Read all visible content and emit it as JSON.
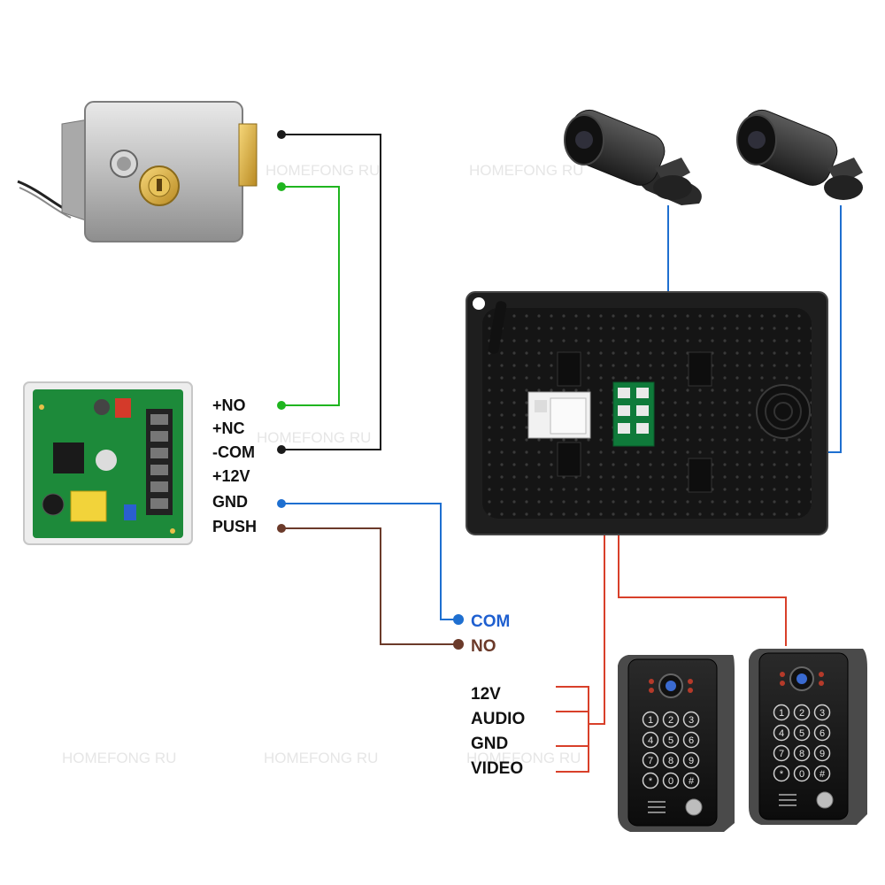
{
  "watermark": "HOMEFONG RU",
  "controller_terminals": [
    "+NO",
    "+NC",
    "-COM",
    "+12V",
    "GND",
    "PUSH"
  ],
  "exit_button_terminals": [
    "COM",
    "NO"
  ],
  "door_station_wires": [
    "12V",
    "AUDIO",
    "GND",
    "VIDEO"
  ],
  "keypad_keys": [
    "1",
    "2",
    "3",
    "4",
    "5",
    "6",
    "7",
    "8",
    "9",
    "*",
    "0",
    "#"
  ],
  "colors": {
    "wire_black": "#1a1a1a",
    "wire_green": "#1fb51f",
    "wire_blue": "#1e6fd0",
    "wire_brown": "#6b3a2a",
    "wire_red": "#d8402a",
    "com_label": "#1e5fd0",
    "no_label": "#6b3a2a",
    "monitor_body": "#1e1e1e"
  },
  "icons": [
    "electric-lock-icon",
    "power-controller-board-icon",
    "bullet-camera-icon",
    "monitor-back-icon",
    "door-station-icon"
  ]
}
